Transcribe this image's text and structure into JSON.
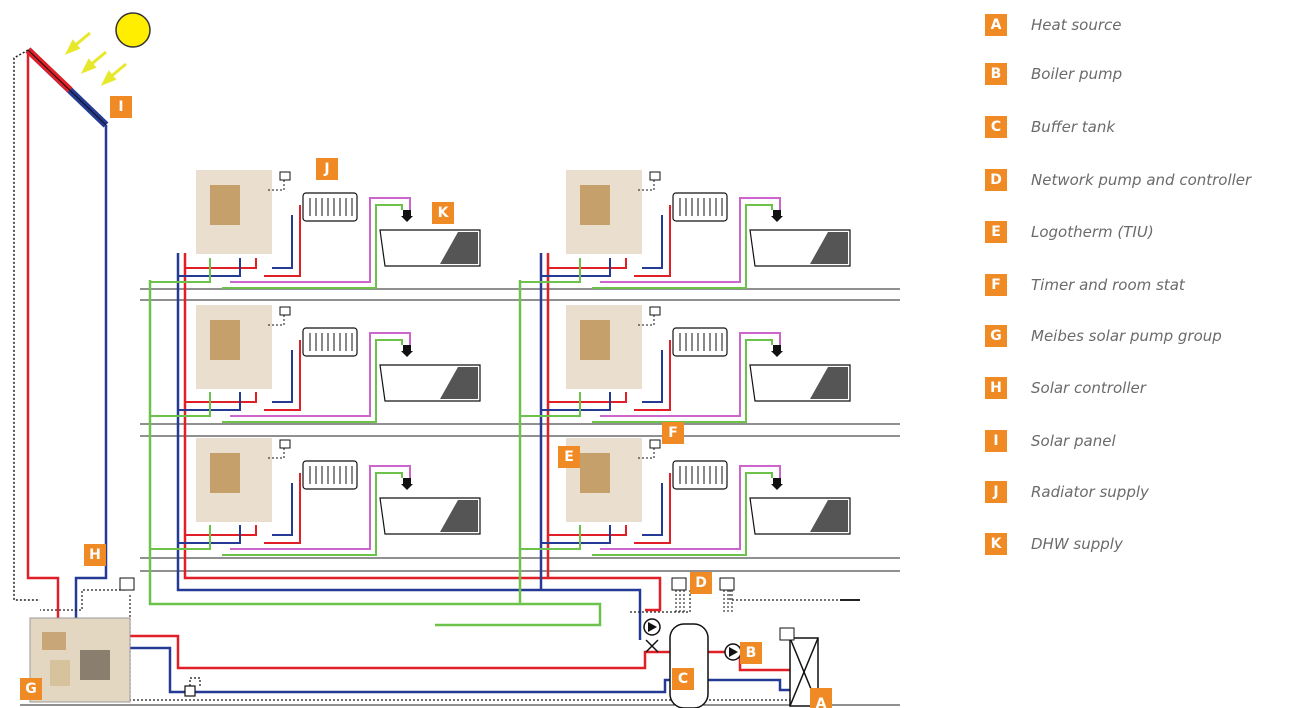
{
  "colors": {
    "accent": "#f08a24",
    "flow": "#e01f26",
    "return": "#253a94",
    "dhw_supply": "#cc66cc",
    "cold_feed": "#6cc24a",
    "sun": "#ffee00",
    "sun_rays": "#e8e82a"
  },
  "markers": {
    "A": "A",
    "B": "B",
    "C": "C",
    "D": "D",
    "E": "E",
    "F": "F",
    "G": "G",
    "H": "H",
    "I": "I",
    "J": "J",
    "K": "K"
  },
  "legend": [
    {
      "letter": "A",
      "label": "Heat source"
    },
    {
      "letter": "B",
      "label": "Boiler pump"
    },
    {
      "letter": "C",
      "label": "Buffer tank"
    },
    {
      "letter": "D",
      "label": "Network pump and controller"
    },
    {
      "letter": "E",
      "label": "Logotherm (TIU)"
    },
    {
      "letter": "F",
      "label": "Timer and room stat"
    },
    {
      "letter": "G",
      "label": "Meibes solar pump group"
    },
    {
      "letter": "H",
      "label": "Solar controller"
    },
    {
      "letter": "I",
      "label": "Solar panel"
    },
    {
      "letter": "J",
      "label": "Radiator supply"
    },
    {
      "letter": "K",
      "label": "DHW supply"
    }
  ]
}
